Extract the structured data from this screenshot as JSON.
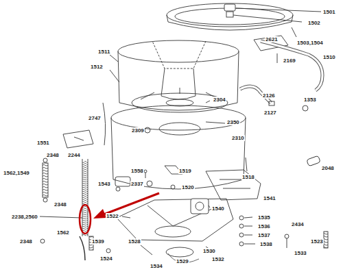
{
  "diagram": {
    "labels": [
      "1501",
      "1502",
      "1503,1504",
      "2621",
      "1510",
      "2169",
      "1511",
      "1512",
      "2304",
      "2126",
      "2127",
      "1353",
      "2747",
      "2350",
      "2309",
      "2310",
      "1551",
      "1518",
      "2048",
      "2348",
      "2244",
      "1558",
      "1519",
      "1562,1549",
      "1543",
      "2337",
      "1520",
      "1541",
      "2348",
      "1540",
      "2238,2560",
      "1522",
      "1535",
      "1536",
      "2434",
      "1562",
      "1537",
      "1538",
      "2348",
      "1539",
      "1528",
      "1530",
      "1533",
      "1523",
      "1524",
      "1534",
      "1529",
      "1532"
    ]
  }
}
